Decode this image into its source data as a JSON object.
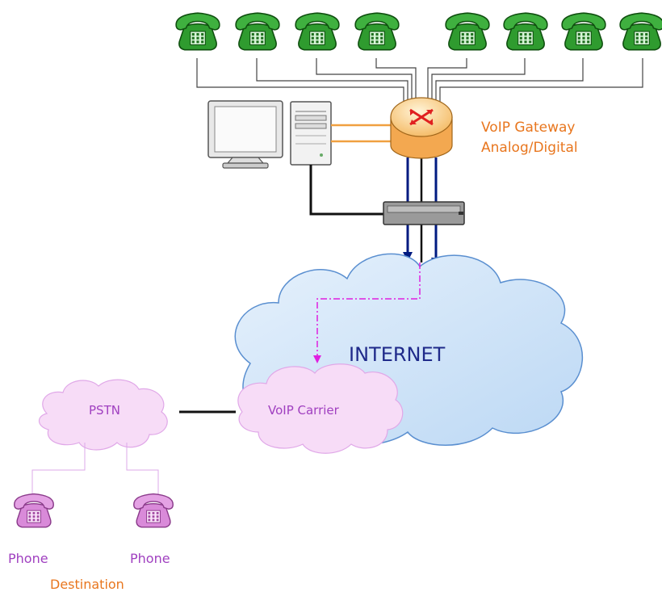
{
  "gateway": {
    "label_line1": "VoIP Gateway",
    "label_line2": "Analog/Digital"
  },
  "clouds": {
    "internet": "INTERNET",
    "voip_carrier": "VoIP Carrier",
    "pstn": "PSTN"
  },
  "destination": {
    "phone_left": "Phone",
    "phone_right": "Phone",
    "caption": "Destination"
  },
  "colors": {
    "office_phone": "#1e8a1e",
    "destination_phone": "#cc66cc",
    "gateway_label": "#e8761e",
    "internet_cloud": "#cfe3f7",
    "internet_text": "#1f2a8a",
    "pink_cloud": "#f7dcf7",
    "pink_text": "#a040c0",
    "trunk_line": "#001a80",
    "orange_link": "#f0a040",
    "call_path": "#e020e0"
  },
  "icons": {
    "office_phone": "desk-phone-icon",
    "destination_phone": "desk-phone-icon",
    "gateway": "router-icon",
    "switch": "network-switch-icon",
    "monitor": "monitor-icon",
    "server": "server-icon"
  }
}
